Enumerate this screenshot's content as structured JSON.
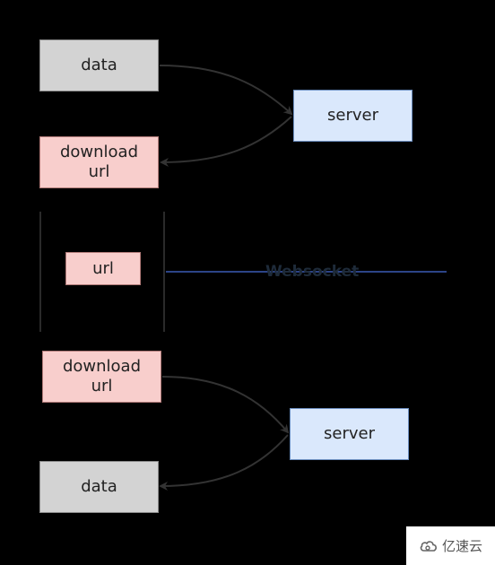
{
  "top": {
    "data_label": "data",
    "server_label": "server",
    "download_label": "download\nurl"
  },
  "middle": {
    "url_label": "url",
    "websocket_label": "Websocket"
  },
  "bottom": {
    "download_label": "download\nurl",
    "server_label": "server",
    "data_label": "data"
  },
  "watermark": {
    "text": "亿速云",
    "icon": "cloud-logo-icon"
  },
  "colors": {
    "background": "#000000",
    "gray_box": "#d3d3d3",
    "pink_box": "#f8cecc",
    "blue_box": "#dae8fc",
    "arrow": "#333333",
    "websocket_line": "#3b5bb5"
  }
}
